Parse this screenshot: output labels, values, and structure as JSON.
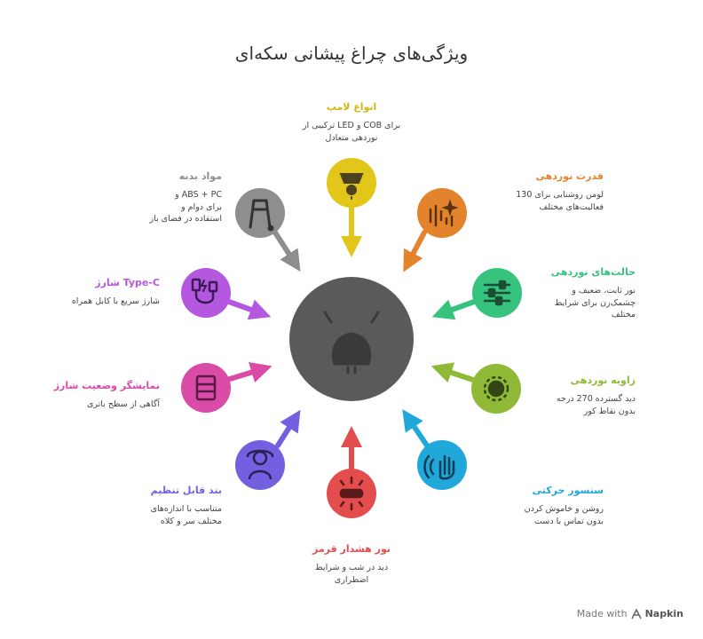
{
  "title": "ویژگی‌های چراغ پیشانی سکه‌ای",
  "footer": {
    "made_with": "Made with",
    "brand": "Napkin"
  },
  "colors": {
    "center": "#5a5a5a",
    "lamp_type": "#e2c619",
    "brightness": "#e3832b",
    "modes": "#35c37e",
    "angle": "#8fb936",
    "sensor": "#1fa8d9",
    "red_light": "#e34d4d",
    "strap": "#7260e0",
    "battery": "#d94ba7",
    "typec": "#b458e0",
    "body": "#8e8e8e"
  },
  "features": [
    {
      "id": "lamp_type",
      "title": "انواع لامپ",
      "desc": "برای COB و LED ترکیبی از\nنوردهی متعادل",
      "icon": "bulb-icon"
    },
    {
      "id": "brightness",
      "title": "قدرت نوردهی",
      "desc": "لومن روشنایی برای 130\nفعالیت‌های مختلف",
      "icon": "sound-sparkle-icon"
    },
    {
      "id": "modes",
      "title": "حالت‌های نوردهی",
      "desc": "نور ثابت، ضعیف و\nچشمک‌زن برای شرایط\nمختلف",
      "icon": "sliders-icon"
    },
    {
      "id": "angle",
      "title": "زاویه نوردهی",
      "desc": "دید گسترده 270 درجه\nبدون نقاط کور",
      "icon": "wide-angle-icon"
    },
    {
      "id": "sensor",
      "title": "سنسور حرکتی",
      "desc": "روشن و خاموش کردن\nبدون تماس با دست",
      "icon": "hand-wave-icon"
    },
    {
      "id": "red_light",
      "title": "نور هشدار قرمز",
      "desc": "دید در شب و شرایط\nاضطراری",
      "icon": "warning-light-icon"
    },
    {
      "id": "strap",
      "title": "بند قابل تنظیم",
      "desc": "متناسب با اندازه‌های\nمختلف سر و کلاه",
      "icon": "head-strap-icon"
    },
    {
      "id": "battery",
      "title": "نمایشگر وضعیت شارژ",
      "desc": "آگاهی از سطح باتری",
      "icon": "battery-level-icon"
    },
    {
      "id": "typec",
      "title": "Type-C شارژ",
      "desc": "شارژ سریع با کابل همراه",
      "icon": "usb-charge-icon"
    },
    {
      "id": "body",
      "title": "مواد بدنه",
      "desc": "ABS + PC و\nبرای دوام و\nاستفاده در فضای باز",
      "icon": "material-icon"
    }
  ]
}
